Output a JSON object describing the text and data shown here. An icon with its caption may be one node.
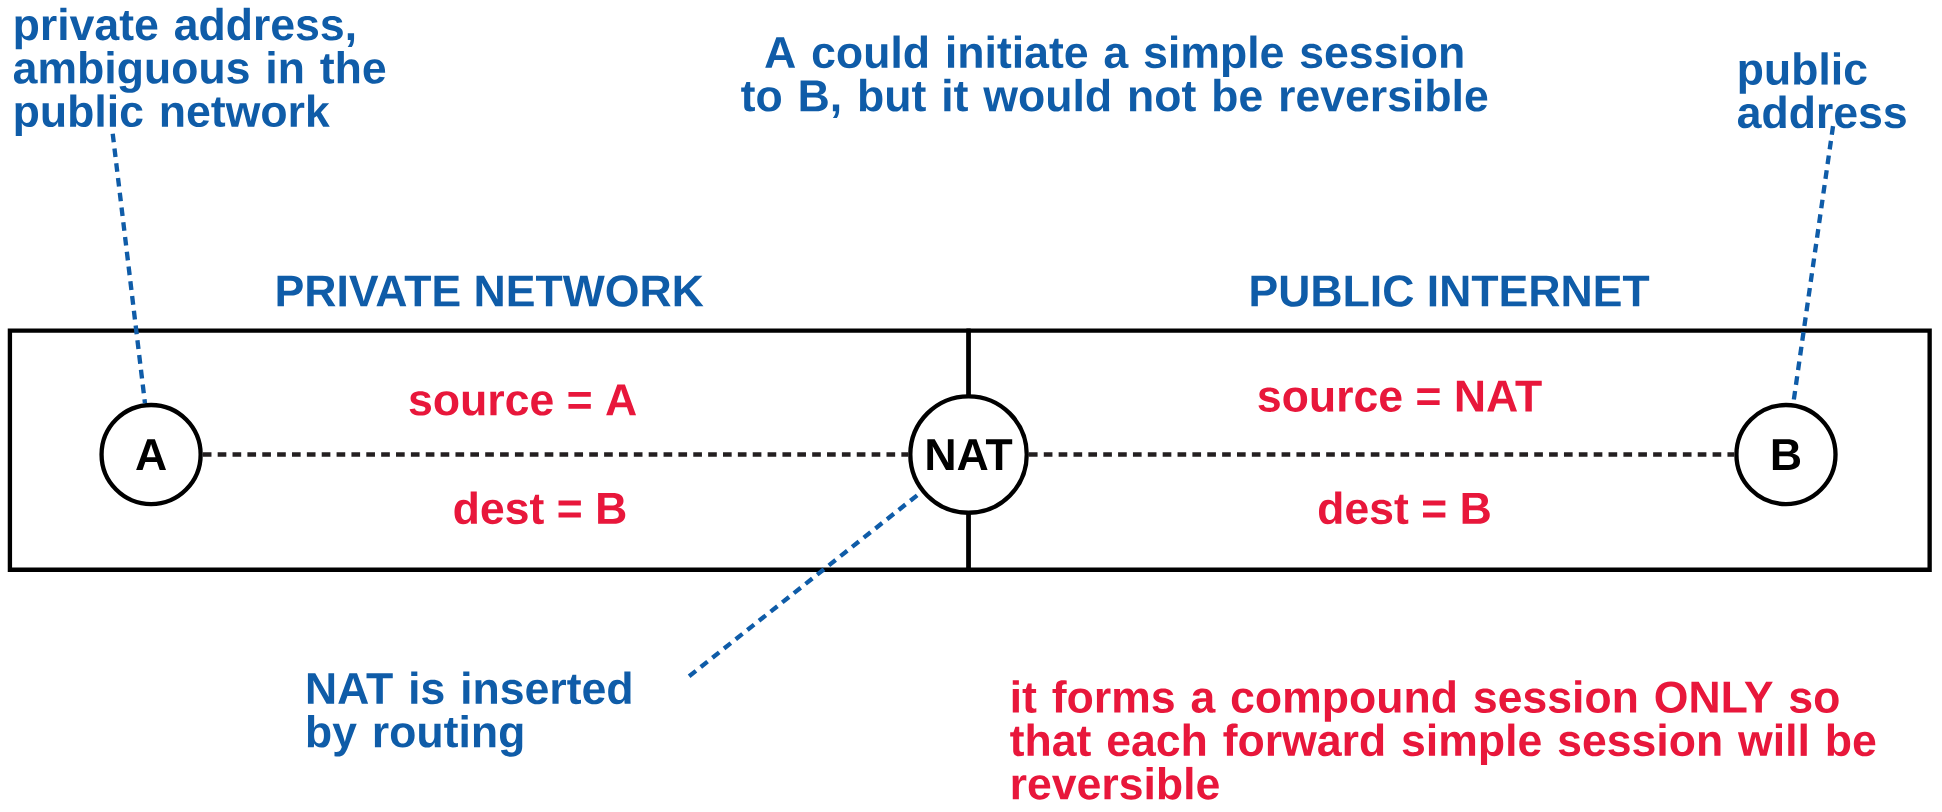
{
  "diagram": {
    "nodes": [
      {
        "text": [
          "PRIVATE NETWORK"
        ]
      },
      {
        "text": [
          "PUBLIC INTERNET"
        ]
      },
      {
        "text": [
          "A"
        ],
        "in": 0
      },
      {
        "text": [
          "NAT"
        ]
      },
      {
        "text": [
          "B"
        ],
        "in": 1
      },
      {
        "text": [
          "private address, ambiguous in the public network"
        ]
      },
      {
        "text": [
          "public address"
        ]
      },
      {
        "text": [
          "NAT is inserted by routing"
        ]
      }
    ],
    "edges": [
      {
        "from": 2,
        "to": 3,
        "arrow": "none",
        "style": "dashed",
        "color": "#231f20"
      },
      {
        "from": 3,
        "to": 4,
        "arrow": "none",
        "style": "dashed",
        "color": "#231f20"
      },
      {
        "from": 5,
        "to": 2,
        "arrow": "none",
        "style": "dashed",
        "color": "#0f5ca8"
      },
      {
        "from": 6,
        "to": 4,
        "arrow": "none",
        "style": "dashed",
        "color": "#0f5ca8"
      },
      {
        "from": 7,
        "to": 3,
        "arrow": "none",
        "style": "dashed",
        "color": "#0f5ca8"
      }
    ],
    "labels": [
      "A could initiate a simple session to B, but it would not be reversible",
      "source = A",
      "source = NAT",
      "dest = B",
      "dest = B",
      "it forms a compound session ONLY so that each forward simple session will be reversible"
    ]
  }
}
